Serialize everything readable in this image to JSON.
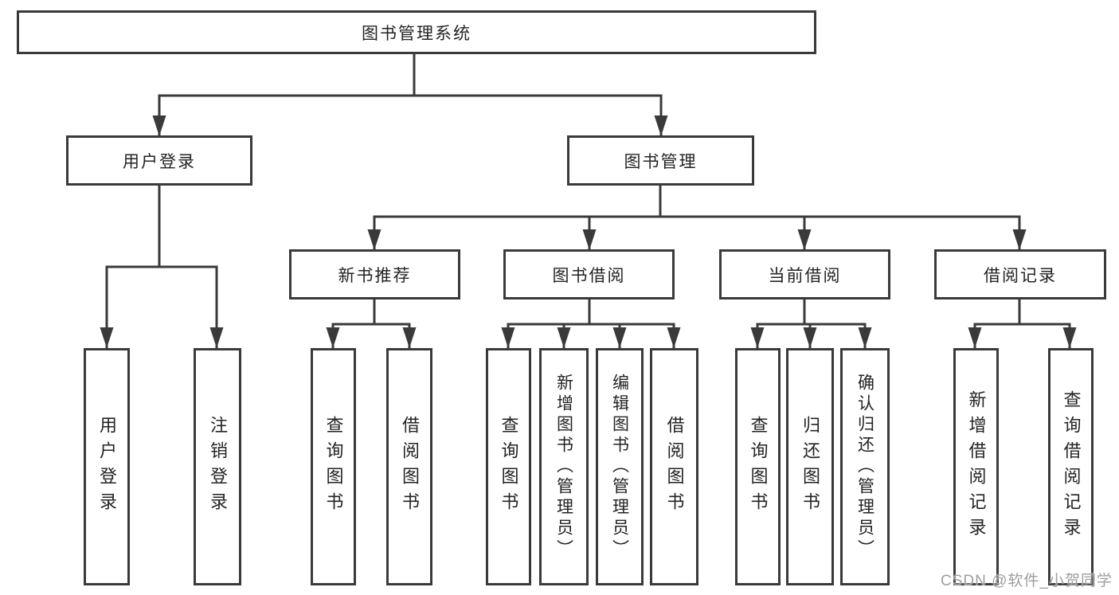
{
  "diagram": {
    "root": {
      "label": "图书管理系统"
    },
    "branches": [
      {
        "label": "用户登录",
        "children": [
          {
            "label": "用户登录"
          },
          {
            "label": "注销登录"
          }
        ]
      },
      {
        "label": "图书管理",
        "children": [
          {
            "label": "新书推荐",
            "children": [
              {
                "label": "查询图书"
              },
              {
                "label": "借阅图书"
              }
            ]
          },
          {
            "label": "图书借阅",
            "children": [
              {
                "label": "查询图书"
              },
              {
                "label": "新增图书（管理员）"
              },
              {
                "label": "编辑图书（管理员）"
              },
              {
                "label": "借阅图书"
              }
            ]
          },
          {
            "label": "当前借阅",
            "children": [
              {
                "label": "查询图书"
              },
              {
                "label": "归还图书"
              },
              {
                "label": "确认归还（管理员）"
              }
            ]
          },
          {
            "label": "借阅记录",
            "children": [
              {
                "label": "新增借阅记录"
              },
              {
                "label": "查询借阅记录"
              }
            ]
          }
        ]
      }
    ],
    "watermark": "CSDN @软件_小贺同学",
    "colors": {
      "line": "#3a3a3a",
      "text": "#232323",
      "watermark": "#9e9e9e",
      "background": "#ffffff"
    }
  }
}
